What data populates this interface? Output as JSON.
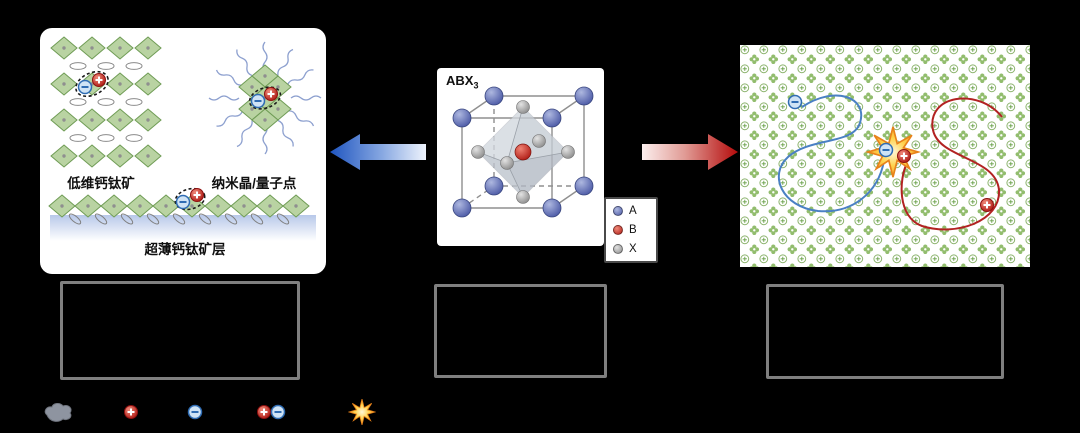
{
  "left_panel": {
    "label_low_dimensional": "低维钙钛矿",
    "label_nanocrystal": "纳米晶/量子点",
    "label_thin_film": "超薄钙钛矿层"
  },
  "center_panel": {
    "formula_base": "ABX",
    "formula_subscript": "3",
    "legend": {
      "a": {
        "label": "A",
        "color": "#4c5aa6"
      },
      "b": {
        "label": "B",
        "color": "#b01d16"
      },
      "x": {
        "label": "X",
        "color": "#8d8d8d"
      }
    }
  },
  "right_panel": {
    "symbols": {
      "electron": "−",
      "hole": "+"
    }
  },
  "colors": {
    "background": "#000000",
    "panel_white": "#ffffff",
    "lattice_green_fill": "#b9d3a2",
    "lattice_green_stroke": "#6f9c55",
    "pattern_green": "#92bd6e",
    "electron_blue": "#2f6cb3",
    "electron_fill": "#cfe3f5",
    "hole_red": "#b01d16",
    "arrow_blue": "#1f55c0",
    "arrow_red": "#b50b0b",
    "caption_border_gray": "#7f7f7f",
    "flash_orange": "#f28c1e"
  }
}
